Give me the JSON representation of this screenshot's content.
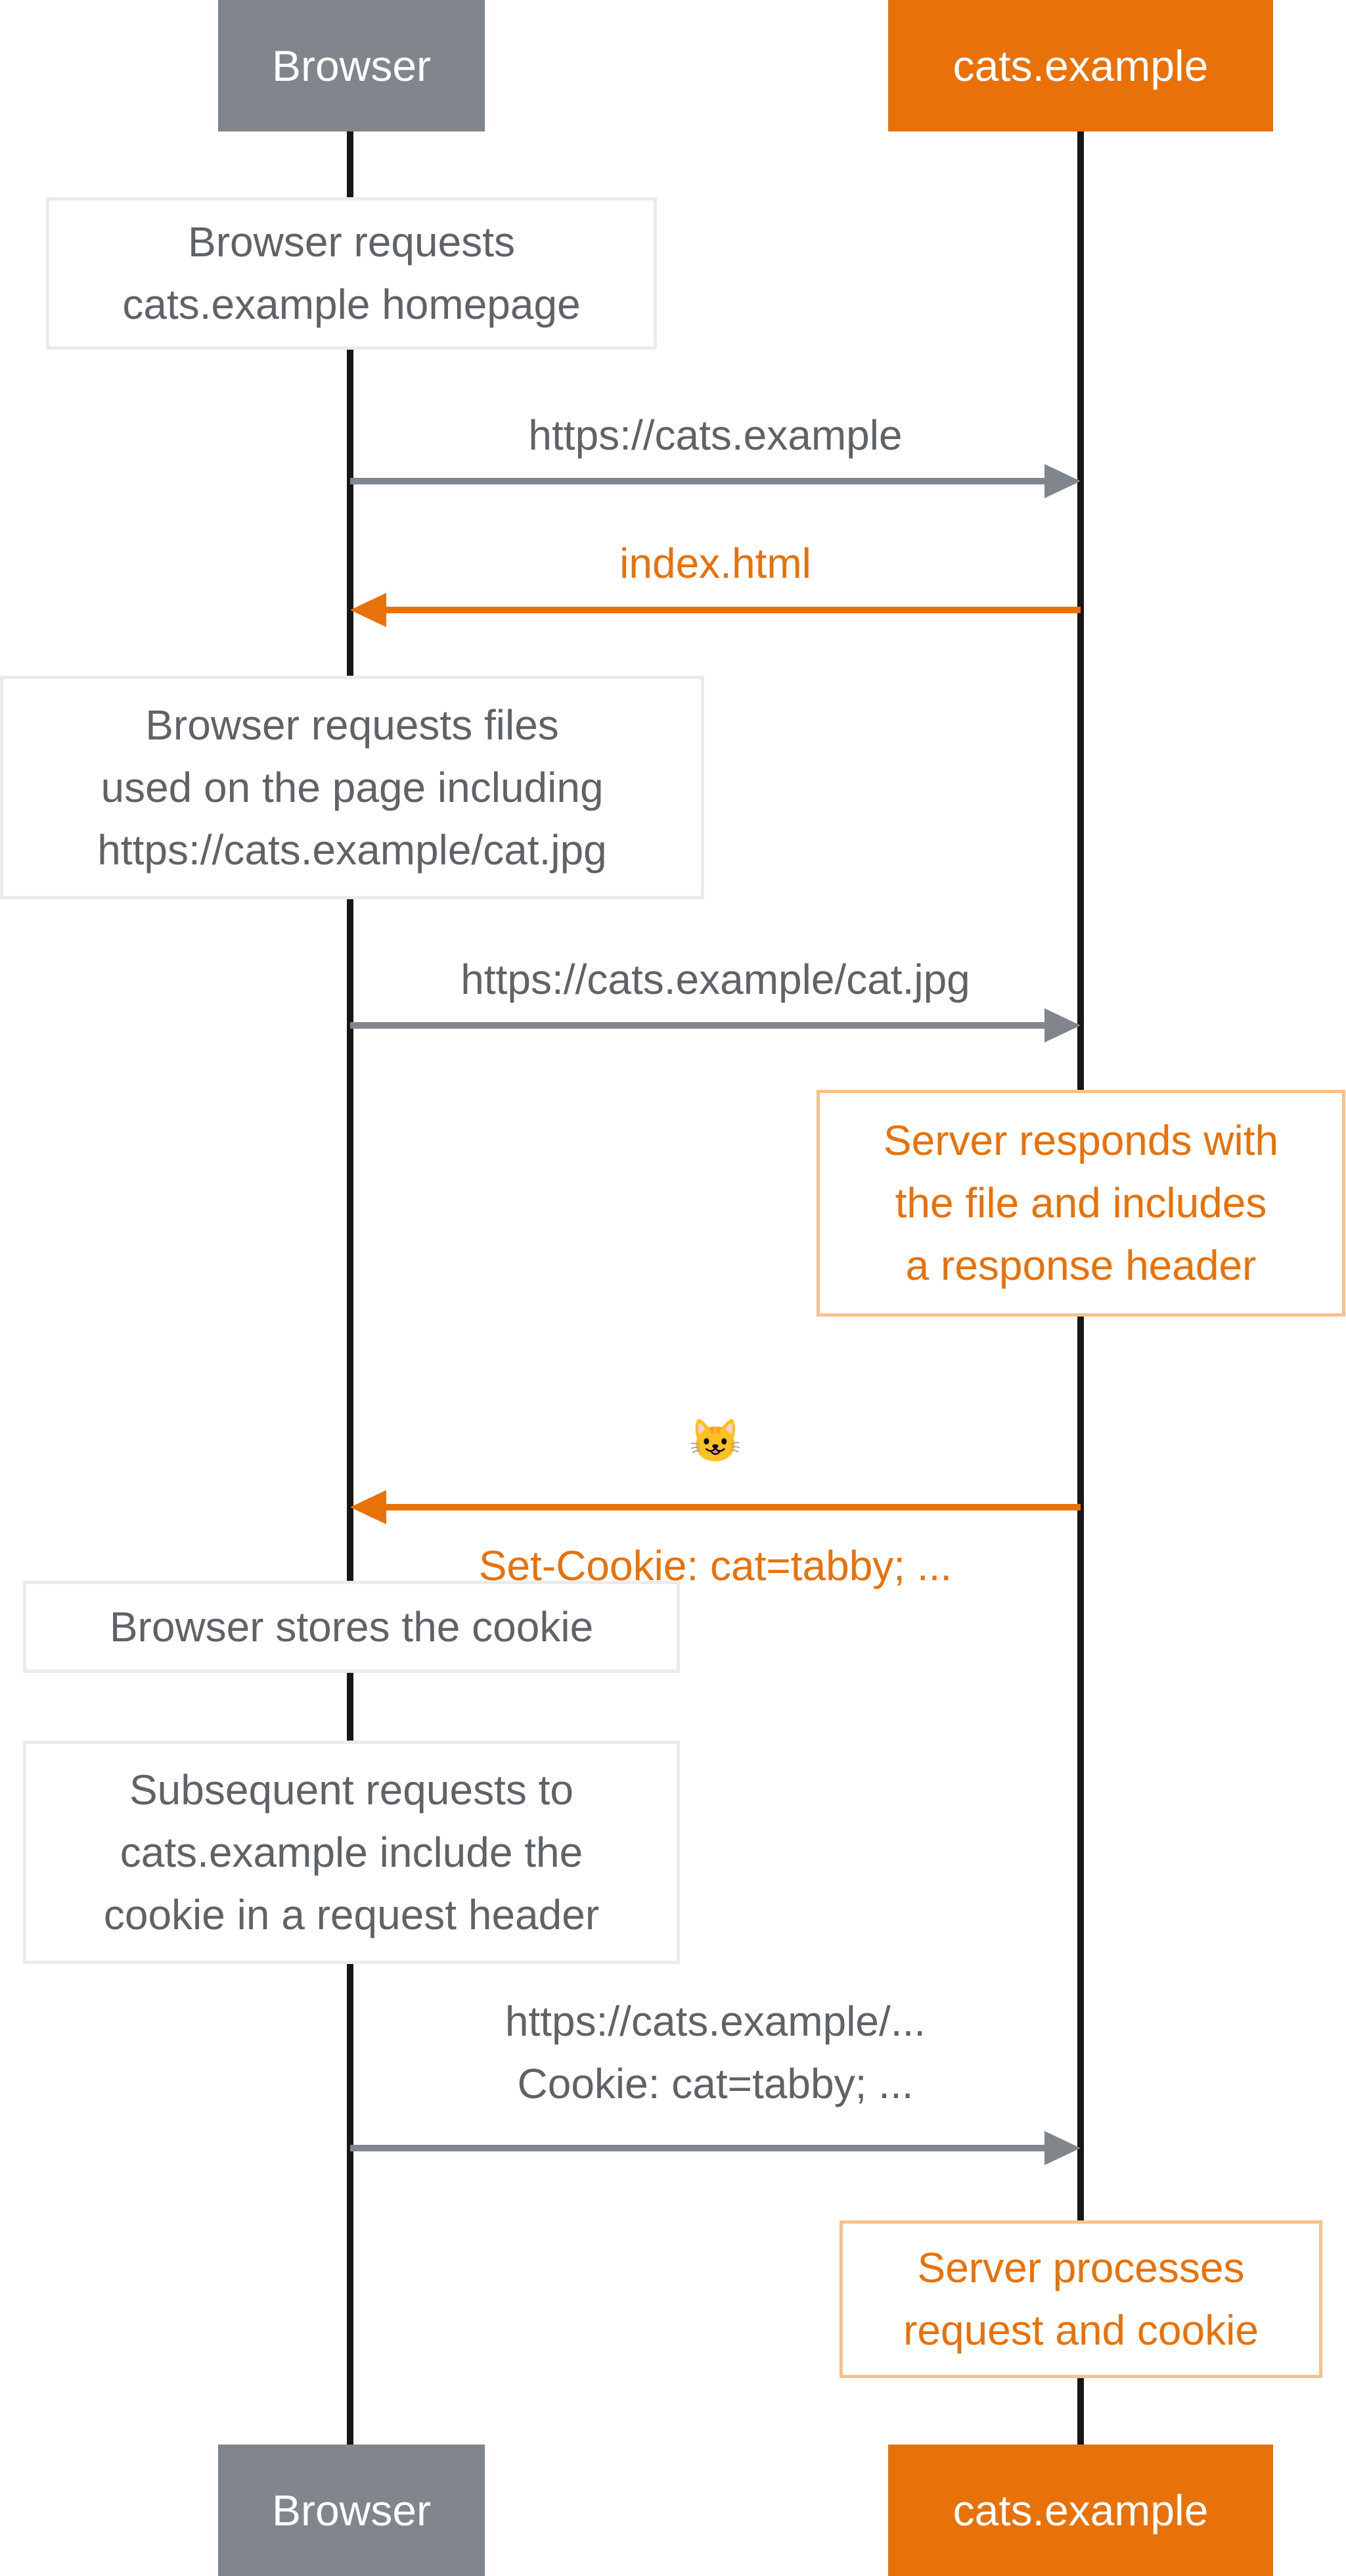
{
  "actors": {
    "browser_top": "Browser",
    "server_top": "cats.example",
    "browser_bottom": "Browser",
    "server_bottom": "cats.example"
  },
  "notes": [
    {
      "text": "Browser requests\ncats.example homepage"
    },
    {
      "text": "Browser requests files\nused on the page including\nhttps://cats.example/cat.jpg"
    },
    {
      "text": "Server responds with\nthe file and includes\na response header"
    },
    {
      "text": "Browser stores the cookie"
    },
    {
      "text": "Subsequent requests to\ncats.example include the\ncookie in a request header"
    },
    {
      "text": "Server processes\nrequest and cookie"
    }
  ],
  "messages": [
    {
      "label": "https://cats.example",
      "direction": "right",
      "color": "gray"
    },
    {
      "label": "index.html",
      "direction": "left",
      "color": "orange"
    },
    {
      "label": "https://cats.example/cat.jpg",
      "direction": "right",
      "color": "gray"
    },
    {
      "emoji": "😺",
      "label": "Set-Cookie: cat=tabby; ...",
      "direction": "left",
      "color": "orange"
    },
    {
      "label": "https://cats.example/...\nCookie: cat=tabby; ...",
      "direction": "right",
      "color": "gray"
    }
  ],
  "colors": {
    "orange": "#e8710a",
    "gray_actor": "#80868b",
    "gray_text": "#5f6368",
    "gray_arrow": "#80868b",
    "note_border_gray": "#e9ebee",
    "note_border_orange": "#f9c18a",
    "lifeline": "#161616"
  }
}
